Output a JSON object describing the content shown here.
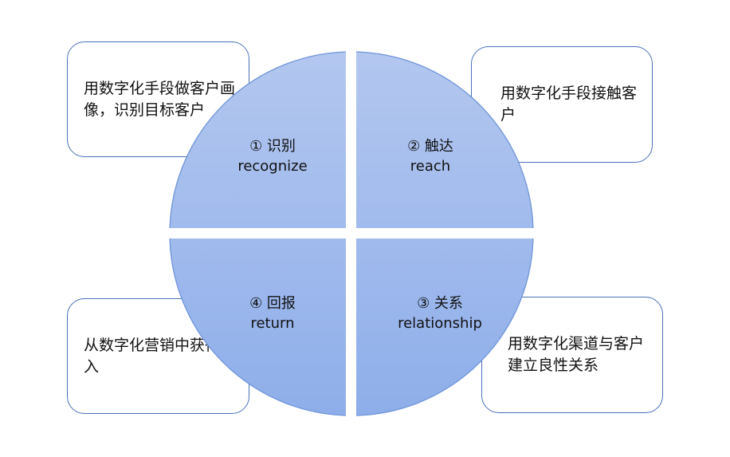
{
  "boxes": {
    "top_left": "用数字化手段做客户画像，识别目标客户",
    "top_right": "用数字化手段接触客户",
    "bottom_left": "从数字化营销中获得收入",
    "bottom_right": "用数字化渠道与客户建立良性关系"
  },
  "quadrants": [
    {
      "zh": "① 识别",
      "en": "recognize"
    },
    {
      "zh": "② 触达",
      "en": "reach"
    },
    {
      "zh": "③ 关系",
      "en": "relationship"
    },
    {
      "zh": "④ 回报",
      "en": "return"
    }
  ],
  "colors": {
    "circle_top": "#b3c7ef",
    "circle_bottom": "#8eaeea",
    "circle_stroke": "#6f95d9",
    "box_border": "#4a72b8"
  }
}
